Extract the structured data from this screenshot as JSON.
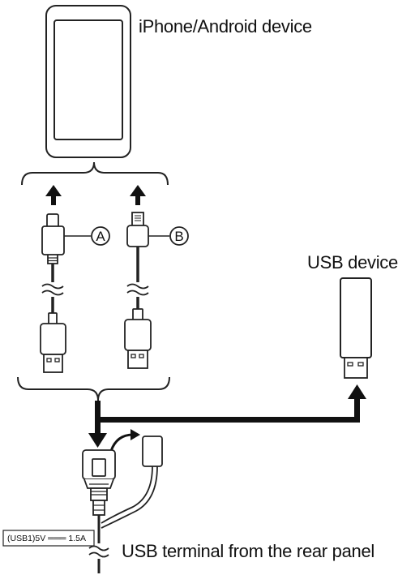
{
  "labels": {
    "phone_device": "iPhone/Android device",
    "usb_device": "USB device",
    "rear_terminal": "USB terminal from the rear panel",
    "rating": "(USB1)5V ═══ 1.5A",
    "cable_a": "A",
    "cable_b": "B"
  }
}
